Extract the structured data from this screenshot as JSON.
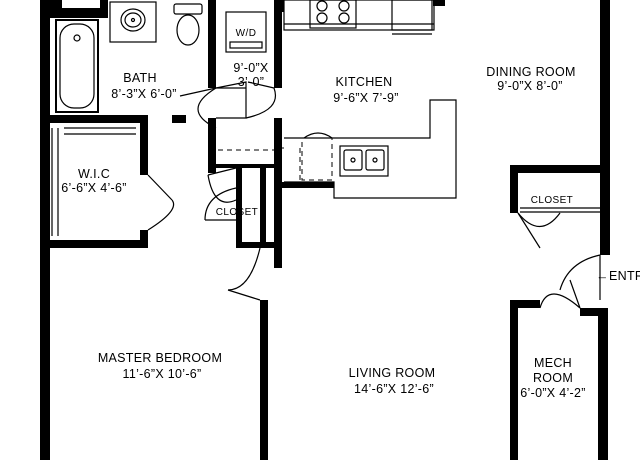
{
  "rooms": {
    "bath": {
      "name": "BATH",
      "dims": "8’-3”X 6’-0”"
    },
    "wd": {
      "name": "W/D"
    },
    "laundry": {
      "dims_line1": "9’-0”X",
      "dims_line2": "3’-0”"
    },
    "kitchen": {
      "name": "KITCHEN",
      "dims": "9’-6”X 7’-9”"
    },
    "dining": {
      "name": "DINING ROOM",
      "dims": "9’-0”X 8’-0”"
    },
    "wic": {
      "name": "W.I.C",
      "dims": "6’-6”X 4’-6”"
    },
    "closet_center": {
      "name": "CLOSET"
    },
    "closet_right": {
      "name": "CLOSET"
    },
    "entry": {
      "name": "ENTRY",
      "arrow": "←"
    },
    "master": {
      "name": "MASTER BEDROOM",
      "dims": "11’-6”X 10’-6”"
    },
    "living": {
      "name": "LIVING ROOM",
      "dims": "14’-6”X 12’-6”"
    },
    "mech": {
      "name_line1": "MECH",
      "name_line2": "ROOM",
      "dims": "6’-0”X 4’-2”"
    }
  }
}
